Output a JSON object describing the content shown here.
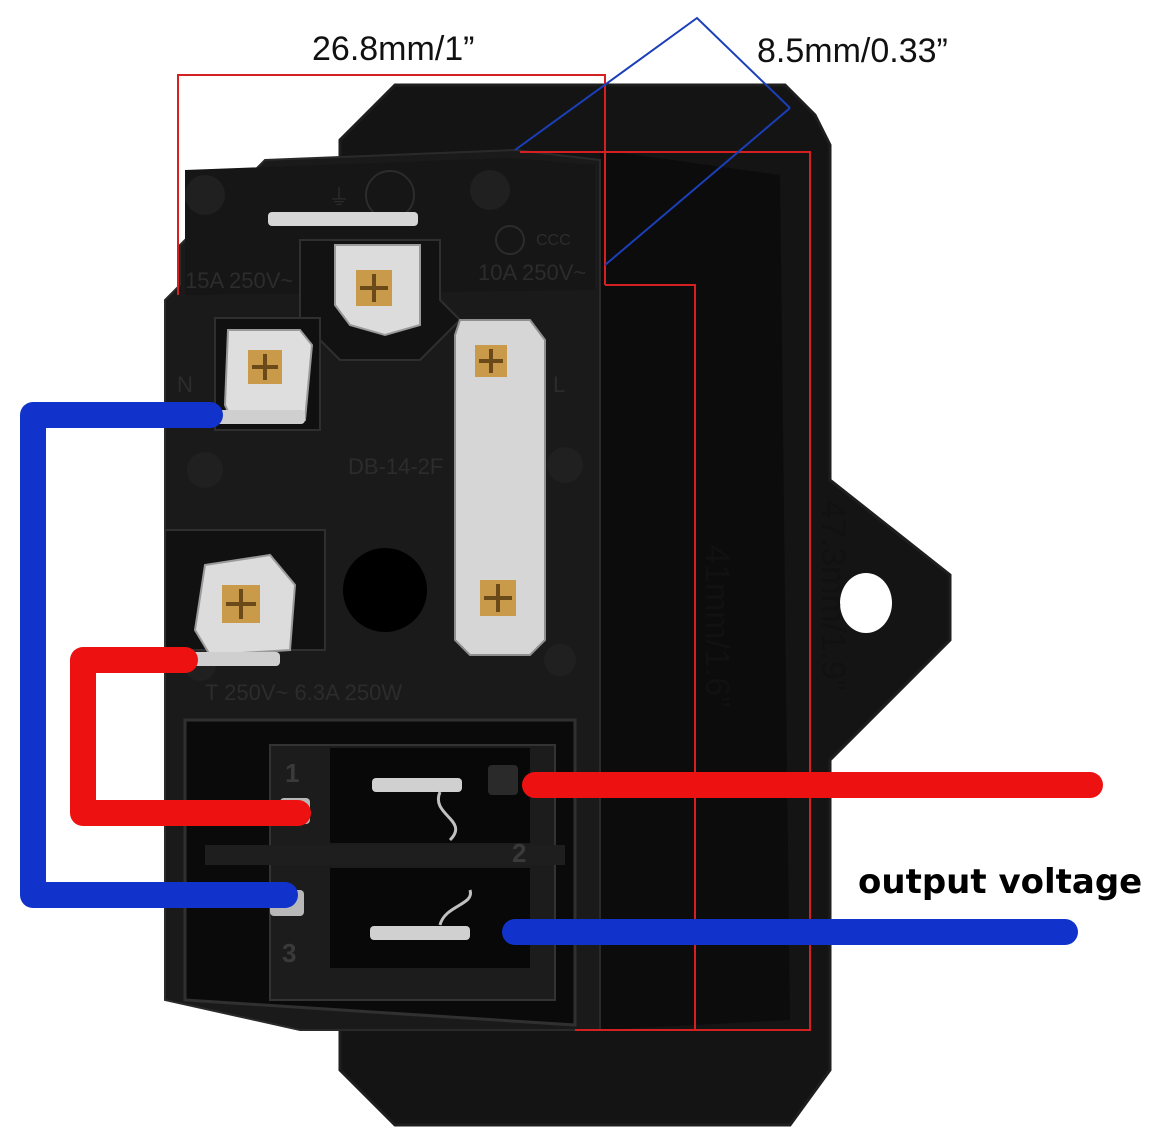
{
  "dimensions": {
    "width_label": "26.8mm/1”",
    "depth_label": "8.5mm/0.33”",
    "inner_height_label": "41mm/1.6”",
    "outer_height_label": "47.3mm/1.9”"
  },
  "molded_text": {
    "rating_left": "15A  250V~",
    "rating_right": "10A  250V~",
    "model": "DB-14-2F",
    "fuse_rating": "T  250V~  6.3A  250W",
    "neutral": "N",
    "line": "L",
    "earth_symbol": "⏚",
    "cert_mark": "CCC"
  },
  "switch_pins": {
    "pin1": "1",
    "pin2": "2",
    "pin3": "3"
  },
  "callout": {
    "output_label": "output voltage"
  },
  "colors": {
    "dimension_red": "#d42020",
    "dimension_blue": "#1a3fb8",
    "wire_red": "#ee1111",
    "wire_blue": "#1133cc",
    "housing": "#141414",
    "terminal_silver": "#d8d8d8",
    "screw_brass": "#c89a4a"
  }
}
